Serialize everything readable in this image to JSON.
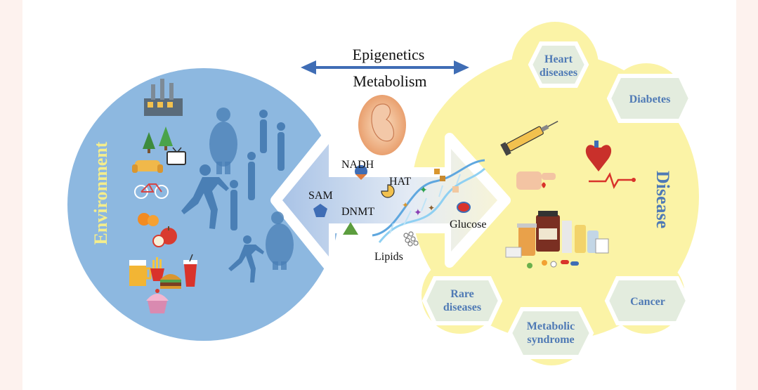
{
  "header": {
    "top_label": "Epigenetics",
    "bottom_label": "Metabolism"
  },
  "environment": {
    "label": "Environment"
  },
  "disease": {
    "label": "Disease",
    "hexagons": [
      {
        "line1": "Heart",
        "line2": "diseases"
      },
      {
        "line1": "Diabetes",
        "line2": ""
      },
      {
        "line1": "Cancer",
        "line2": ""
      },
      {
        "line1": "Metabolic",
        "line2": "syndrome"
      },
      {
        "line1": "Rare",
        "line2": "diseases"
      }
    ]
  },
  "molecules": {
    "nadh": "NADH",
    "hat": "HAT",
    "sam": "SAM",
    "dnmt": "DNMT",
    "glucose": "Glucose",
    "lipids": "Lipids"
  },
  "colors": {
    "environment_circle": "#8db8e0",
    "silhouette": "#4a7fb5",
    "disease_blob": "#fbf3a6",
    "hexagon_fill": "#e3ecde",
    "hexagon_text": "#4f7ab5",
    "environment_text": "#f4ed8c",
    "arrow": "#3f6db5"
  },
  "icons": {
    "factory": "factory-icon",
    "trees": "trees-icon",
    "tv": "tv-icon",
    "sofa": "sofa-icon",
    "bicycle": "bicycle-icon",
    "orange": "orange-icon",
    "apple": "apple-icon",
    "beer": "beer-icon",
    "fries": "fries-icon",
    "soda": "soda-icon",
    "burger": "burger-icon",
    "cupcake": "cupcake-icon",
    "fetus": "fetus-icon",
    "dna": "dna-icon",
    "syringe": "syringe-icon",
    "heart": "heart-icon",
    "finger_blood": "finger-blood-icon",
    "medicine": "medicine-bottles-icon"
  }
}
